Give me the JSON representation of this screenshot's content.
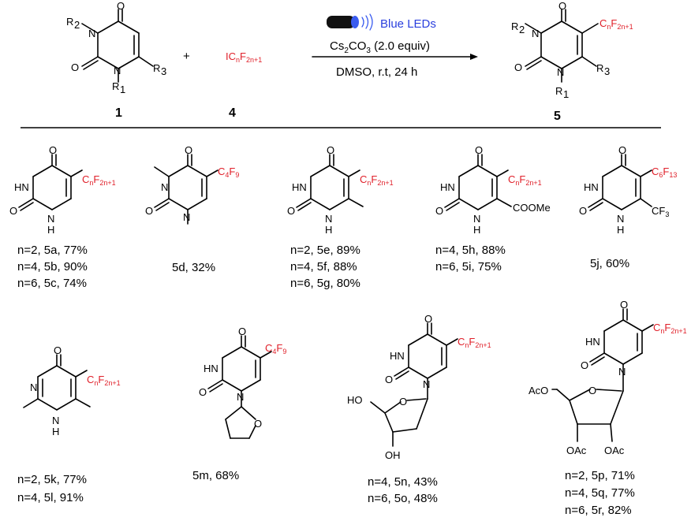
{
  "scheme": {
    "reactant_1_label": "1",
    "reactant_4_label": "4",
    "product_label": "5",
    "plus": "+",
    "reagent_4": "ICnF2n+1",
    "light": "Blue LEDs",
    "base": "Cs2CO3 (2.0 equiv)",
    "conditions": "DMSO, r.t, 24 h",
    "substituent_R1": "R1",
    "substituent_R2": "R2",
    "substituent_R3": "R3",
    "product_substituent": "CnF2n+1"
  },
  "products": [
    {
      "id": "5a",
      "text": "n=2, 5a, 77%"
    },
    {
      "id": "5b",
      "text": "n=4, 5b, 90%"
    },
    {
      "id": "5c",
      "text": "n=6, 5c, 74%"
    },
    {
      "id": "5d",
      "text": "5d, 32%"
    },
    {
      "id": "5e",
      "text": "n=2, 5e, 89%"
    },
    {
      "id": "5f",
      "text": "n=4, 5f, 88%"
    },
    {
      "id": "5g",
      "text": "n=6, 5g, 80%"
    },
    {
      "id": "5h",
      "text": "n=4, 5h, 88%"
    },
    {
      "id": "5i",
      "text": "n=6, 5i, 75%"
    },
    {
      "id": "5j",
      "text": "5j, 60%"
    },
    {
      "id": "5k",
      "text": "n=2, 5k, 77%"
    },
    {
      "id": "5l",
      "text": "n=4, 5l, 91%"
    },
    {
      "id": "5m",
      "text": "5m, 68%"
    },
    {
      "id": "5n",
      "text": "n=4, 5n, 43%"
    },
    {
      "id": "5o",
      "text": "n=6, 5o, 48%"
    },
    {
      "id": "5p",
      "text": "n=2, 5p,  71%"
    },
    {
      "id": "5q",
      "text": "n=4, 5q, 77%"
    },
    {
      "id": "5r",
      "text": "n=6, 5r,  82%"
    }
  ],
  "groups": {
    "c4f9": "C4F9",
    "c6f13": "C6F13",
    "cf3": "CF3",
    "coome": "COOMe",
    "oac": "OAc",
    "aco": "AcO",
    "ho": "HO",
    "oh": "OH"
  }
}
